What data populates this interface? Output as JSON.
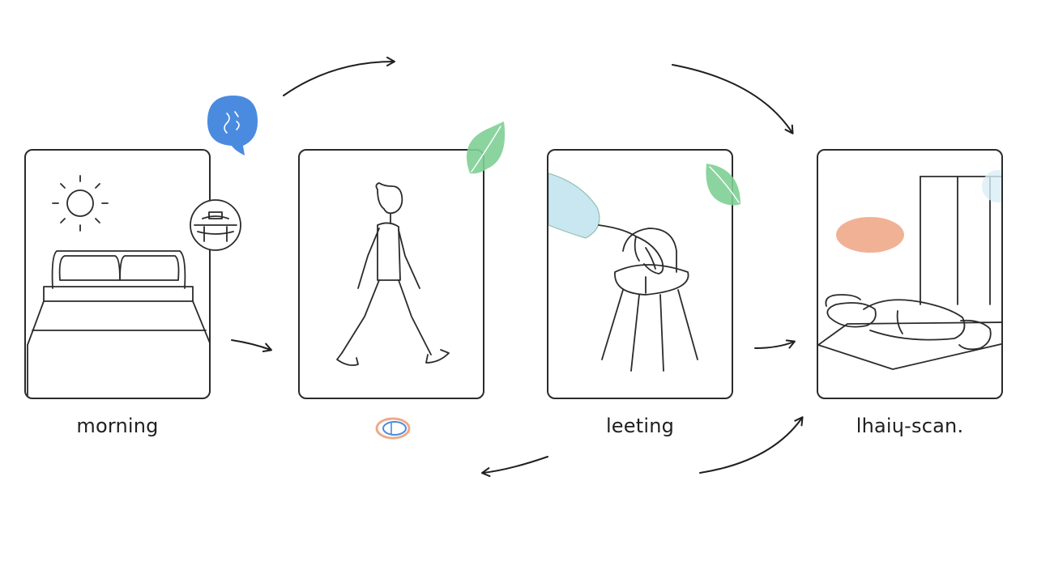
{
  "steps": [
    {
      "caption": "morning",
      "icon": "bed-icon"
    },
    {
      "caption": "",
      "icon": "walking-person-icon"
    },
    {
      "caption": "leeting",
      "icon": "chair-icon"
    },
    {
      "caption": "lhaiɥ-scan.",
      "icon": "lying-person-icon"
    }
  ],
  "badges": {
    "speech": "speech-bubble-icon",
    "pill": "pill-icon"
  },
  "colors": {
    "stroke": "#2b2b2b",
    "blue": "#4a8be0",
    "green": "#7fcf95",
    "peach": "#f0a98a",
    "sky": "#bfe3ee"
  }
}
